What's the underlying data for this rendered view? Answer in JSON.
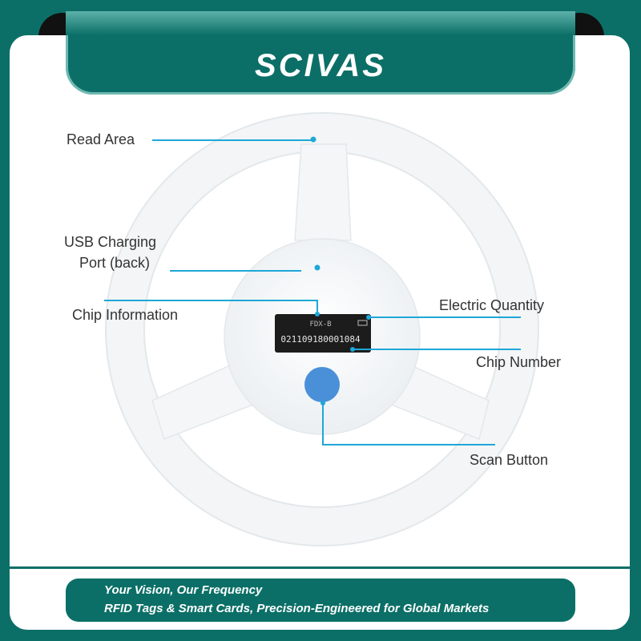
{
  "brand": {
    "logo_text": "SCIVAS"
  },
  "device": {
    "screen_protocol": "FDX-B",
    "screen_chip_number": "021109180001084"
  },
  "labels": {
    "read_area": "Read Area",
    "usb_line1": "USB Charging",
    "usb_line2": "Port (back)",
    "chip_information": "Chip Information",
    "electric_quantity": "Electric Quantity",
    "chip_number": "Chip Number",
    "scan_button": "Scan Button"
  },
  "footer": {
    "line1": "Your Vision, Our Frequency",
    "line2": "RFID Tags & Smart Cards, Precision-Engineered for Global Markets"
  },
  "colors": {
    "brand_teal": "#0b6f67",
    "callout_blue": "#1ea7d8",
    "scan_button_blue": "#4a90d9"
  }
}
